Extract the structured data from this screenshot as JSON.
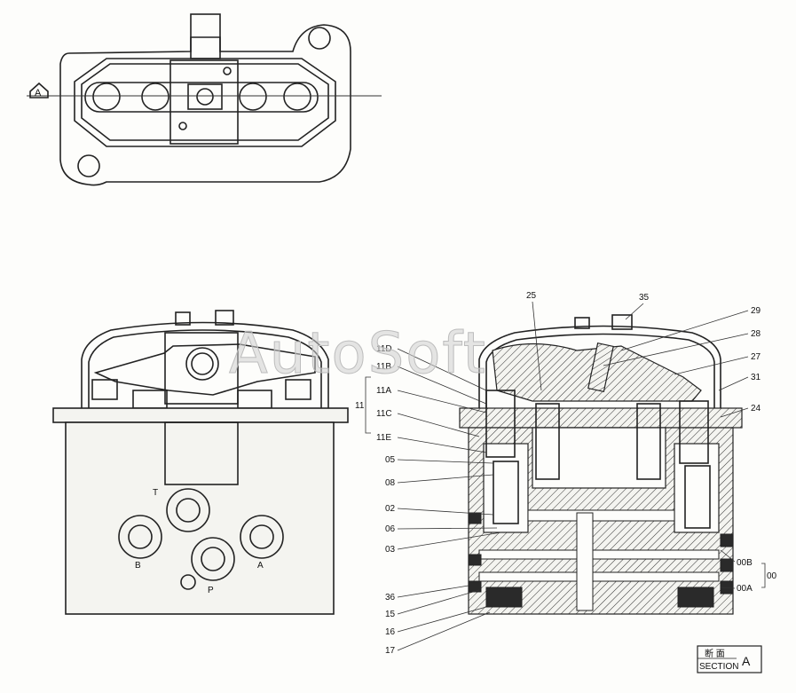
{
  "watermark": "AutoSoft",
  "section_marker": "A",
  "section_box": {
    "line1": "断 面",
    "line2": "SECTION",
    "letter": "A"
  },
  "port_marks": [
    "T",
    "B",
    "A",
    "P"
  ],
  "group_labels": {
    "left_bracket": "11",
    "right_bracket": "00"
  },
  "callouts_left": [
    {
      "id": "11D",
      "text": "11D"
    },
    {
      "id": "11B",
      "text": "11B"
    },
    {
      "id": "11A",
      "text": "11A"
    },
    {
      "id": "11C",
      "text": "11C"
    },
    {
      "id": "11E",
      "text": "11E"
    },
    {
      "id": "05",
      "text": "05"
    },
    {
      "id": "08",
      "text": "08"
    },
    {
      "id": "02",
      "text": "02"
    },
    {
      "id": "06",
      "text": "06"
    },
    {
      "id": "03",
      "text": "03"
    },
    {
      "id": "36",
      "text": "36"
    },
    {
      "id": "15",
      "text": "15"
    },
    {
      "id": "16",
      "text": "16"
    },
    {
      "id": "17",
      "text": "17"
    }
  ],
  "callouts_top": [
    {
      "id": "25",
      "text": "25"
    },
    {
      "id": "35",
      "text": "35"
    }
  ],
  "callouts_right": [
    {
      "id": "29",
      "text": "29"
    },
    {
      "id": "28",
      "text": "28"
    },
    {
      "id": "27",
      "text": "27"
    },
    {
      "id": "31",
      "text": "31"
    },
    {
      "id": "24",
      "text": "24"
    },
    {
      "id": "00B",
      "text": "00B"
    },
    {
      "id": "00A",
      "text": "00A"
    }
  ],
  "colors": {
    "ink": "#222222",
    "paper": "#fdfdfb",
    "watermark": "#cfcfcf"
  }
}
